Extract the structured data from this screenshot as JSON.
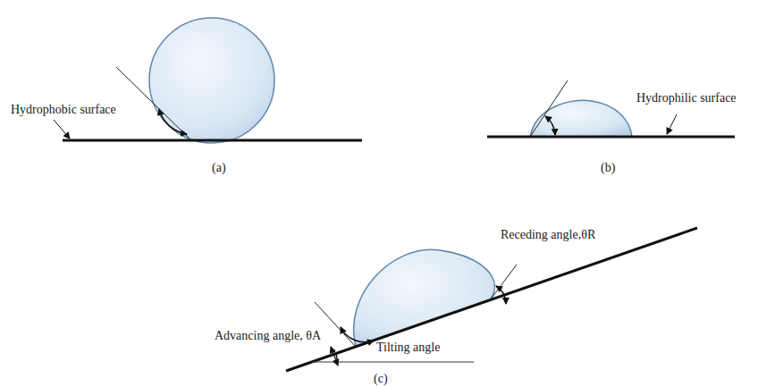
{
  "diagram": {
    "labels": [
      "Hydrophobic surface",
      "(a)",
      "Hydrophilic surface",
      "(b)",
      "Receding angle,θR",
      "Advancing angle, θA",
      "Tilting angle",
      "(c)"
    ]
  }
}
